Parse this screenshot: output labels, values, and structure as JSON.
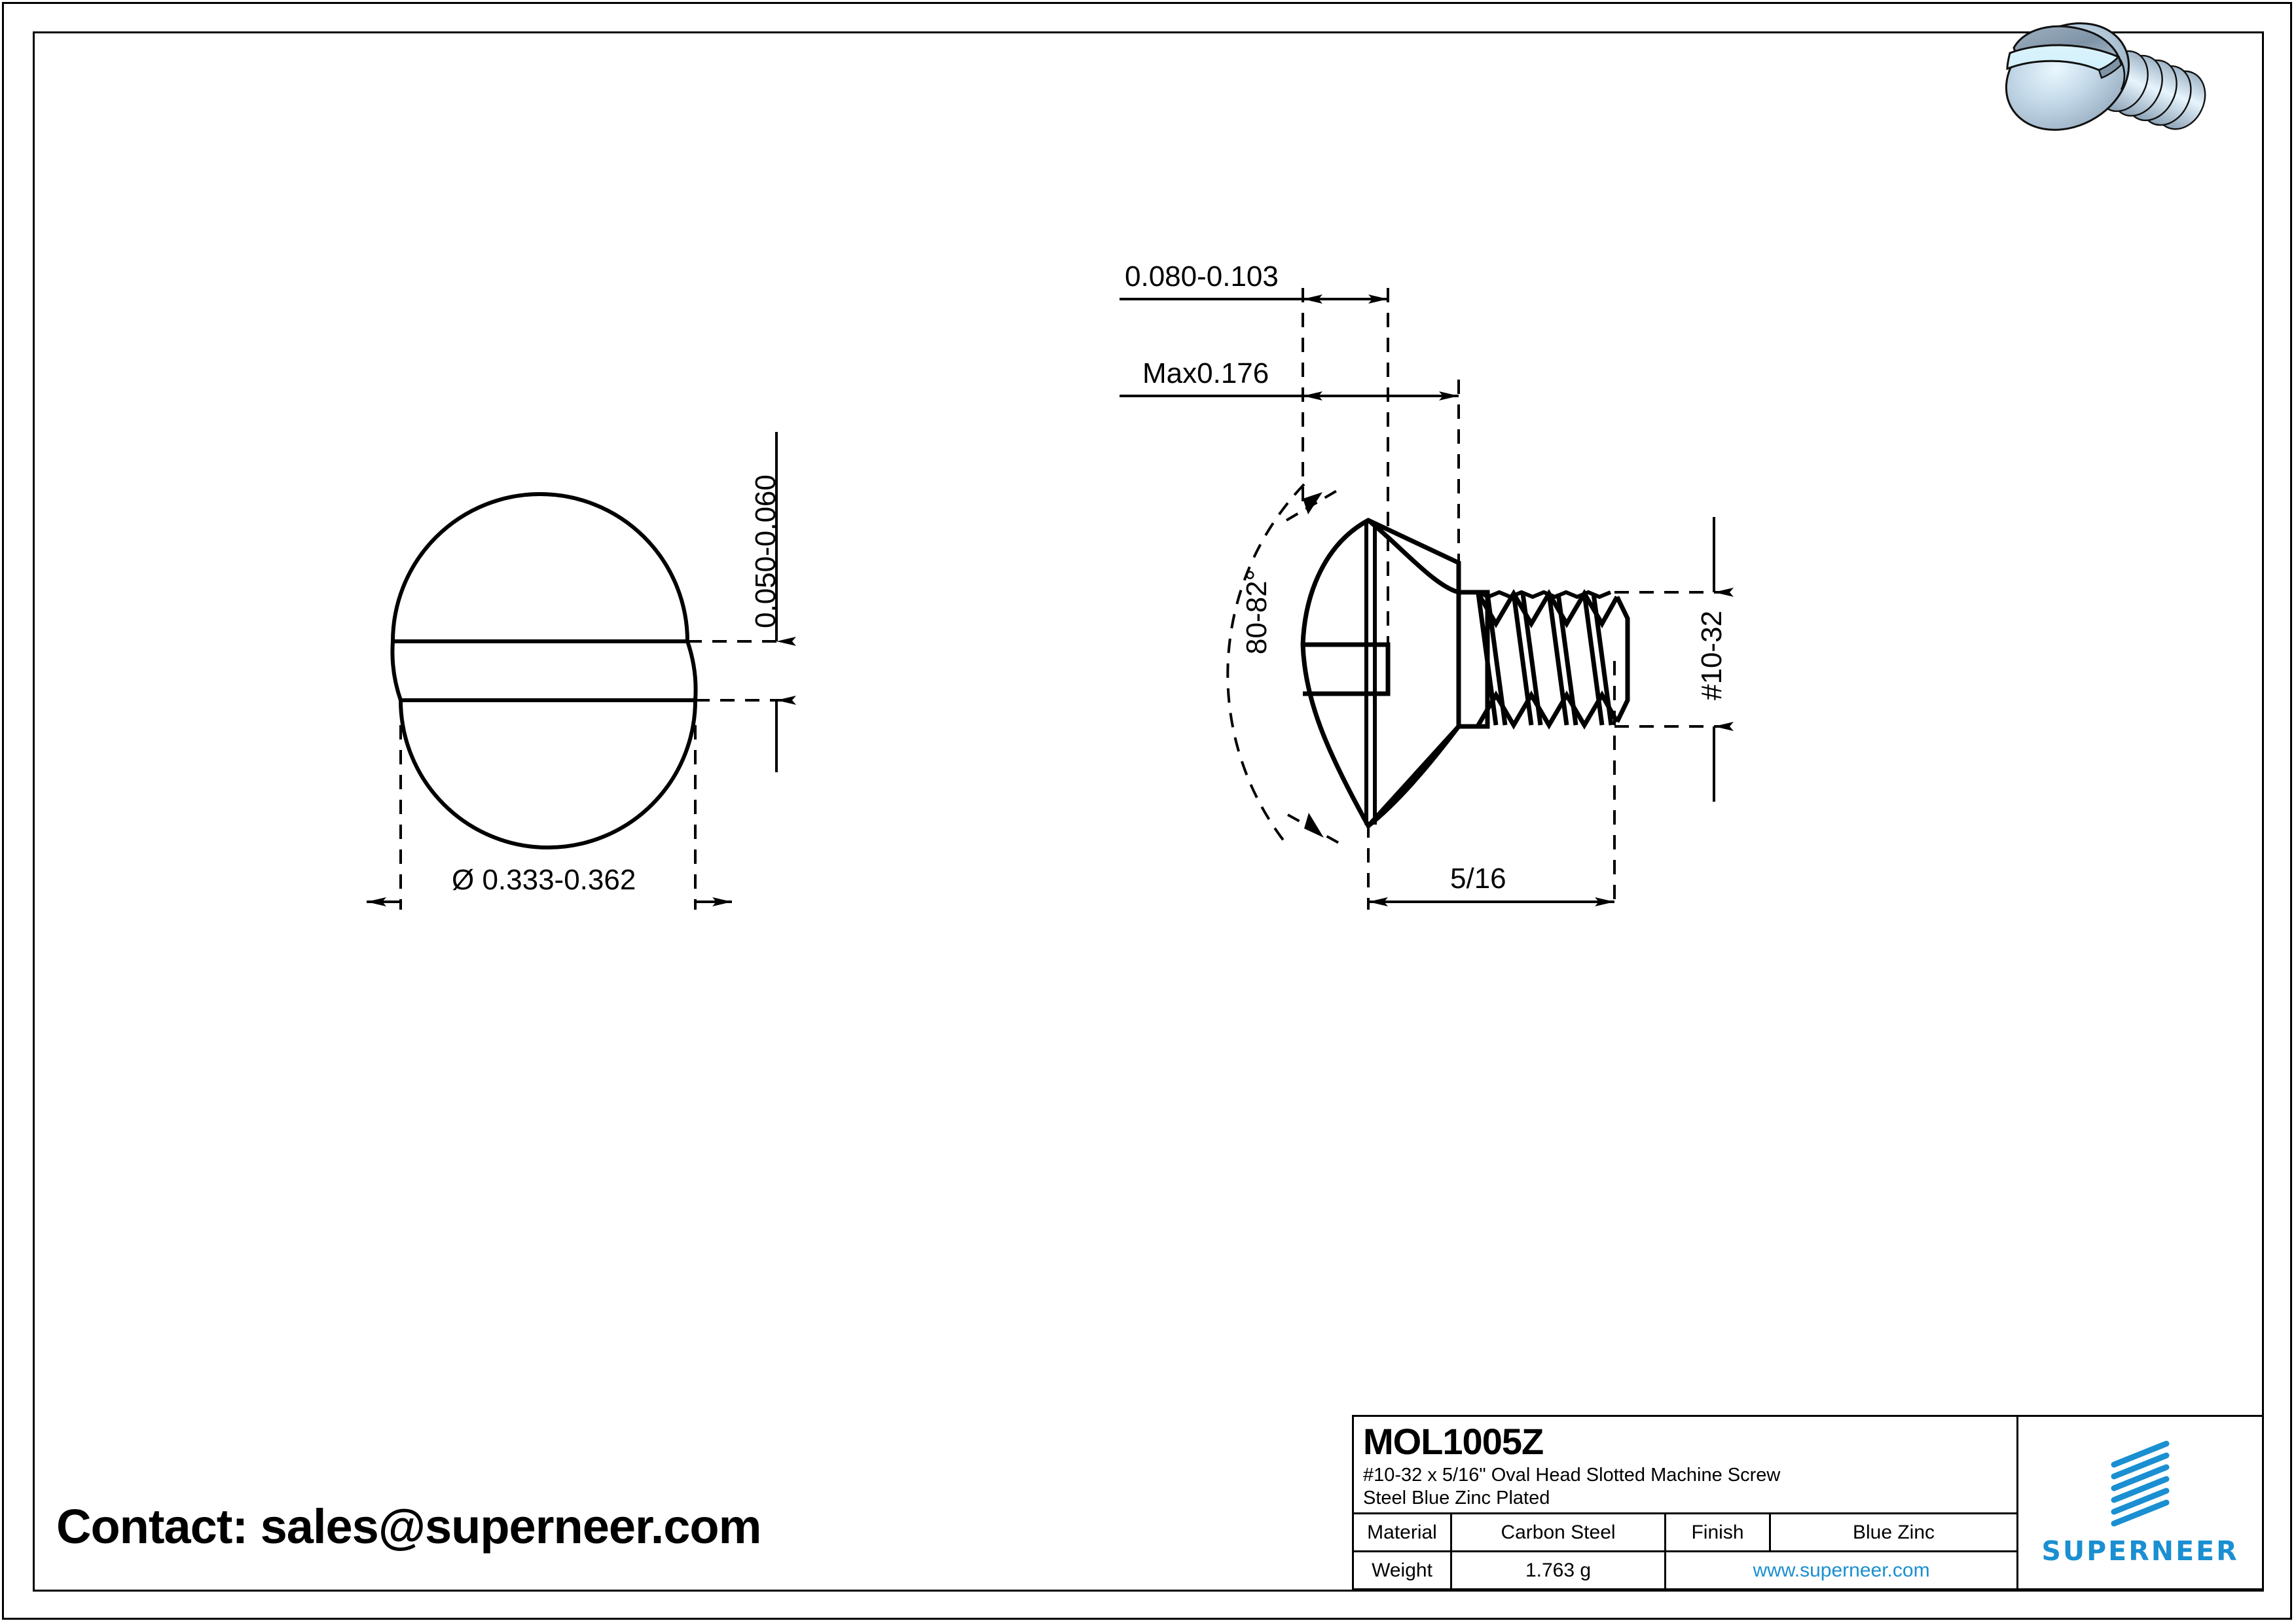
{
  "page": {
    "background_color": "#ffffff",
    "line_color": "#000000",
    "accent_color": "#1a8fd1"
  },
  "contact": {
    "text": "Contact: sales@superneer.com"
  },
  "title_block": {
    "part_number": "MOL1005Z",
    "description": "#10-32 x 5/16\" Oval Head Slotted Machine Screw\nSteel Blue Zinc Plated",
    "material_label": "Material",
    "material_value": "Carbon Steel",
    "finish_label": "Finish",
    "finish_value": "Blue Zinc",
    "weight_label": "Weight",
    "weight_value": "1.763 g",
    "website": "www.superneer.com",
    "logo_wordmark": "SUPERNEER"
  },
  "views": {
    "top_view": {
      "name": "top-view-head",
      "head_diameter": "Ø 0.333-0.362",
      "slot_width": "0.050-0.060"
    },
    "side_view": {
      "name": "side-view-screw",
      "slot_depth": "0.080-0.103",
      "head_height": "Max0.176",
      "head_angle": "80-82°",
      "thread_size": "#10-32",
      "screw_length": "5/16"
    }
  },
  "product_render": {
    "name": "screw-3d-render",
    "body_color_light": "#dff2fb",
    "body_color_mid": "#b8cfe2",
    "body_color_dark": "#8fa5b8",
    "outline_color": "#111111"
  },
  "chart_data": {
    "type": "table",
    "title": "MOL1005Z",
    "categories": [
      "Material",
      "Finish",
      "Weight"
    ],
    "values": [
      "Carbon Steel",
      "Blue Zinc",
      "1.763 g"
    ],
    "dimensions": {
      "head_diameter_in": [
        0.333,
        0.362
      ],
      "slot_width_in": [
        0.05,
        0.06
      ],
      "slot_depth_in": [
        0.08,
        0.103
      ],
      "head_height_max_in": 0.176,
      "head_angle_deg": [
        80,
        82
      ],
      "thread": "#10-32",
      "length_in": "5/16"
    }
  }
}
